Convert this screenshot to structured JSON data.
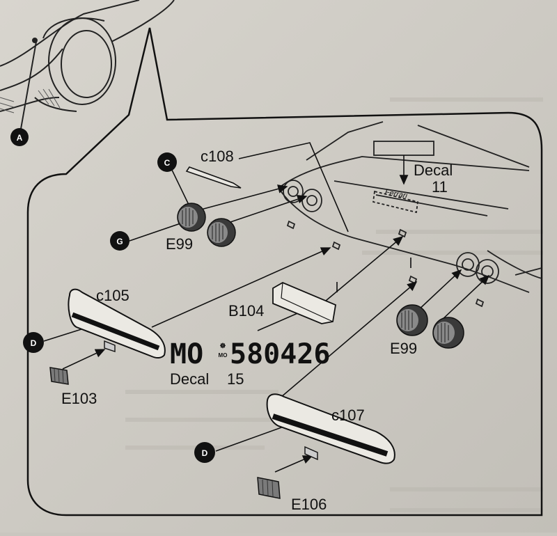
{
  "callouts": [
    "A",
    "C",
    "G",
    "D",
    "D"
  ],
  "parts": {
    "c108": "c108",
    "e99_left": "E99",
    "c105": "c105",
    "b104": "B104",
    "e103": "E103",
    "e99_right": "E99",
    "c107": "c107",
    "e106": "E106"
  },
  "decals": {
    "decal11_label": "Decal",
    "decal11_number": "11",
    "decal11_script": "Ferrari",
    "plate_prefix": "MO",
    "plate_stamp_top": "☸",
    "plate_stamp_bottom": "MO",
    "plate_number": "580426",
    "decal15_label": "Decal",
    "decal15_number": "15"
  }
}
